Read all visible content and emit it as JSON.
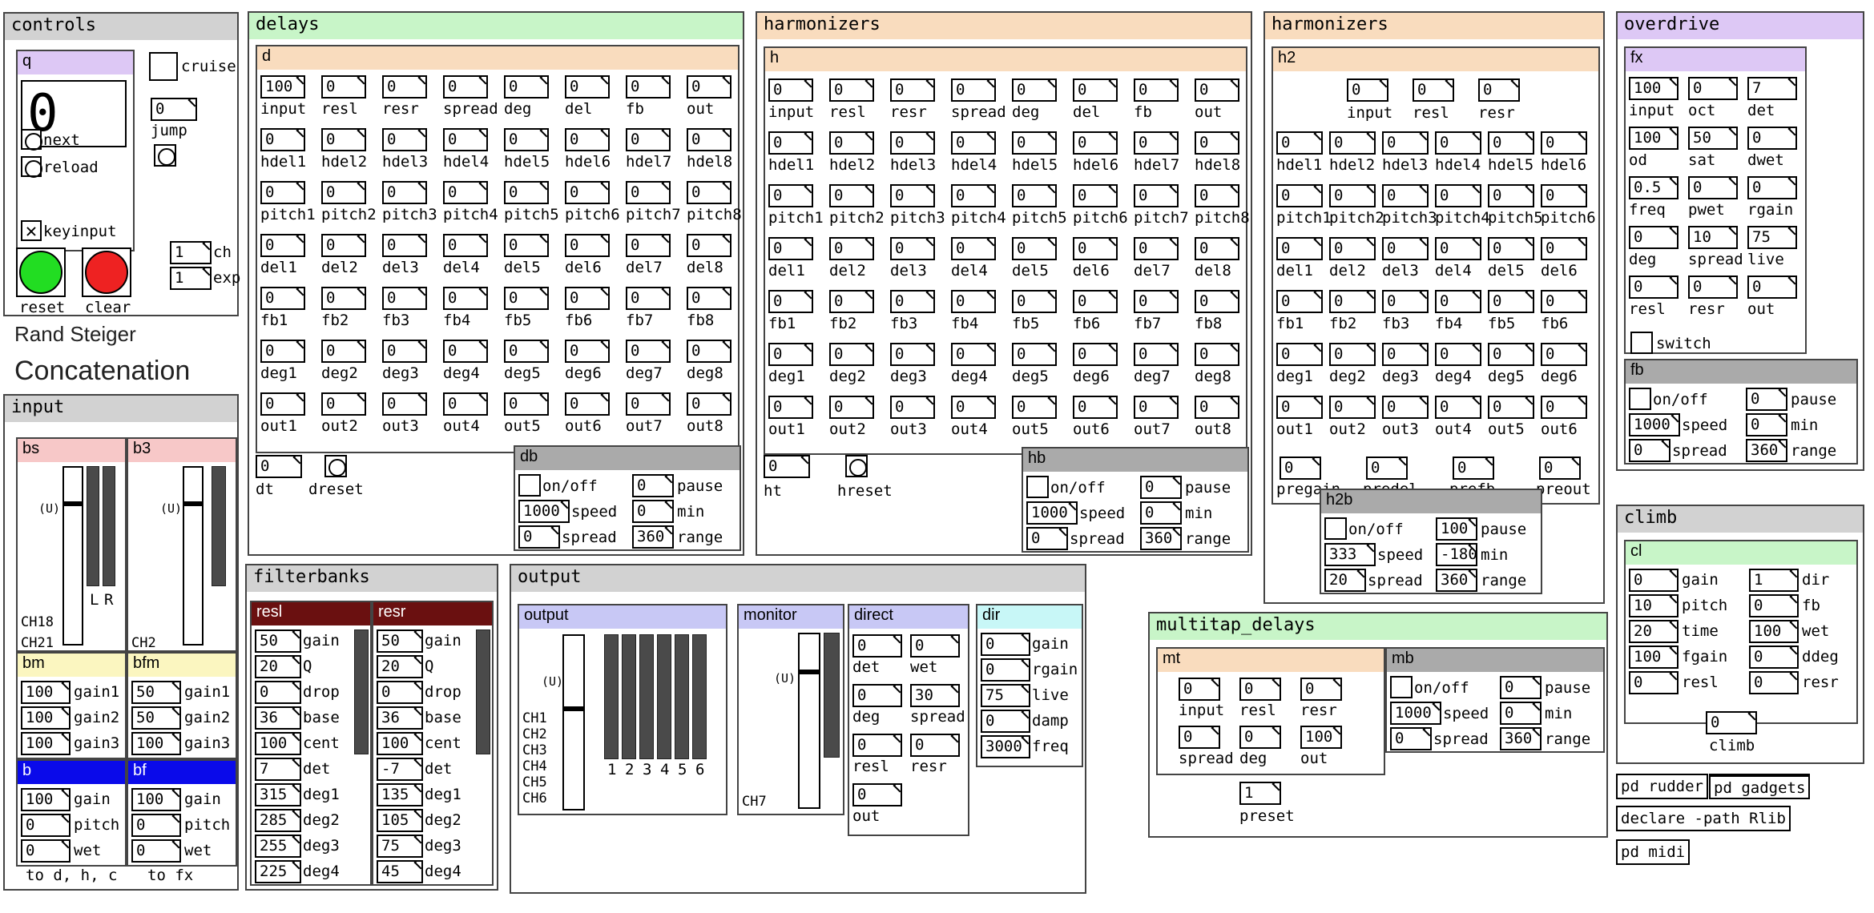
{
  "colors": {
    "green_hdr": "#c8f5c8",
    "orange_hdr": "#f9dcbe",
    "purple_hdr": "#ddc8f5",
    "gray_hdr": "#d2d2d2",
    "dark_gray_hdr": "#aaaaaa",
    "pink_hdr": "#f7c8c8",
    "yellow_hdr": "#fbf6c0",
    "blue_hdr": "#0a0aea",
    "dark_red_hdr": "#6a1010",
    "lavender_hdr": "#c8c8f5",
    "cyan_hdr": "#c8f7f7"
  },
  "controls": {
    "title": "controls",
    "q": "q",
    "big_number": "0",
    "next": "next",
    "reload": "reload",
    "keyinput": "keyinput",
    "cruise": "cruise",
    "jump_value": "0",
    "jump": "jump",
    "reset": "reset",
    "clear": "clear",
    "ch_value": "1",
    "ch": "ch",
    "exp_value": "1",
    "exp": "exp",
    "composer": "Rand Steiger",
    "piece": "Concatenation"
  },
  "input": {
    "title": "input",
    "bs": "bs",
    "b3": "b3",
    "u": "(U)",
    "l": "L",
    "r": "R",
    "ch18": "CH18",
    "ch21": "CH21",
    "ch2": "CH2",
    "bm": {
      "title": "bm",
      "rows": [
        {
          "v": "100",
          "l": "gain1"
        },
        {
          "v": "100",
          "l": "gain2"
        },
        {
          "v": "100",
          "l": "gain3"
        }
      ]
    },
    "bfm": {
      "title": "bfm",
      "rows": [
        {
          "v": "50",
          "l": "gain1"
        },
        {
          "v": "50",
          "l": "gain2"
        },
        {
          "v": "100",
          "l": "gain3"
        }
      ]
    },
    "b": {
      "title": "b",
      "rows": [
        {
          "v": "100",
          "l": "gain"
        },
        {
          "v": "0",
          "l": "pitch"
        },
        {
          "v": "0",
          "l": "wet"
        }
      ]
    },
    "bf": {
      "title": "bf",
      "rows": [
        {
          "v": "100",
          "l": "gain"
        },
        {
          "v": "0",
          "l": "pitch"
        },
        {
          "v": "0",
          "l": "wet"
        }
      ]
    },
    "to_dhc": "to d, h, c",
    "to_fx": "to fx"
  },
  "delays": {
    "title": "delays",
    "sub": "d",
    "grid": [
      [
        {
          "v": "100",
          "l": "input"
        },
        {
          "v": "0",
          "l": "resl"
        },
        {
          "v": "0",
          "l": "resr"
        },
        {
          "v": "0",
          "l": "spread"
        },
        {
          "v": "0",
          "l": "deg"
        },
        {
          "v": "0",
          "l": "del"
        },
        {
          "v": "0",
          "l": "fb"
        },
        {
          "v": "0",
          "l": "out"
        }
      ],
      [
        {
          "v": "0",
          "l": "hdel1"
        },
        {
          "v": "0",
          "l": "hdel2"
        },
        {
          "v": "0",
          "l": "hdel3"
        },
        {
          "v": "0",
          "l": "hdel4"
        },
        {
          "v": "0",
          "l": "hdel5"
        },
        {
          "v": "0",
          "l": "hdel6"
        },
        {
          "v": "0",
          "l": "hdel7"
        },
        {
          "v": "0",
          "l": "hdel8"
        }
      ],
      [
        {
          "v": "0",
          "l": "pitch1"
        },
        {
          "v": "0",
          "l": "pitch2"
        },
        {
          "v": "0",
          "l": "pitch3"
        },
        {
          "v": "0",
          "l": "pitch4"
        },
        {
          "v": "0",
          "l": "pitch5"
        },
        {
          "v": "0",
          "l": "pitch6"
        },
        {
          "v": "0",
          "l": "pitch7"
        },
        {
          "v": "0",
          "l": "pitch8"
        }
      ],
      [
        {
          "v": "0",
          "l": "del1"
        },
        {
          "v": "0",
          "l": "del2"
        },
        {
          "v": "0",
          "l": "del3"
        },
        {
          "v": "0",
          "l": "del4"
        },
        {
          "v": "0",
          "l": "del5"
        },
        {
          "v": "0",
          "l": "del6"
        },
        {
          "v": "0",
          "l": "del7"
        },
        {
          "v": "0",
          "l": "del8"
        }
      ],
      [
        {
          "v": "0",
          "l": "fb1"
        },
        {
          "v": "0",
          "l": "fb2"
        },
        {
          "v": "0",
          "l": "fb3"
        },
        {
          "v": "0",
          "l": "fb4"
        },
        {
          "v": "0",
          "l": "fb5"
        },
        {
          "v": "0",
          "l": "fb6"
        },
        {
          "v": "0",
          "l": "fb7"
        },
        {
          "v": "0",
          "l": "fb8"
        }
      ],
      [
        {
          "v": "0",
          "l": "deg1"
        },
        {
          "v": "0",
          "l": "deg2"
        },
        {
          "v": "0",
          "l": "deg3"
        },
        {
          "v": "0",
          "l": "deg4"
        },
        {
          "v": "0",
          "l": "deg5"
        },
        {
          "v": "0",
          "l": "deg6"
        },
        {
          "v": "0",
          "l": "deg7"
        },
        {
          "v": "0",
          "l": "deg8"
        }
      ],
      [
        {
          "v": "0",
          "l": "out1"
        },
        {
          "v": "0",
          "l": "out2"
        },
        {
          "v": "0",
          "l": "out3"
        },
        {
          "v": "0",
          "l": "out4"
        },
        {
          "v": "0",
          "l": "out5"
        },
        {
          "v": "0",
          "l": "out6"
        },
        {
          "v": "0",
          "l": "out7"
        },
        {
          "v": "0",
          "l": "out8"
        }
      ]
    ],
    "dt_value": "0",
    "dt": "dt",
    "dreset": "dreset",
    "db": {
      "title": "db",
      "onoff": "on/off",
      "pause_v": "0",
      "pause": "pause",
      "speed_v": "1000",
      "speed": "speed",
      "min_v": "0",
      "min": "min",
      "spread_v": "0",
      "spread": "spread",
      "range_v": "360",
      "range": "range"
    }
  },
  "harm1": {
    "title": "harmonizers",
    "sub": "h",
    "grid": [
      [
        {
          "v": "0",
          "l": "input"
        },
        {
          "v": "0",
          "l": "resl"
        },
        {
          "v": "0",
          "l": "resr"
        },
        {
          "v": "0",
          "l": "spread"
        },
        {
          "v": "0",
          "l": "deg"
        },
        {
          "v": "0",
          "l": "del"
        },
        {
          "v": "0",
          "l": "fb"
        },
        {
          "v": "0",
          "l": "out"
        }
      ],
      [
        {
          "v": "0",
          "l": "hdel1"
        },
        {
          "v": "0",
          "l": "hdel2"
        },
        {
          "v": "0",
          "l": "hdel3"
        },
        {
          "v": "0",
          "l": "hdel4"
        },
        {
          "v": "0",
          "l": "hdel5"
        },
        {
          "v": "0",
          "l": "hdel6"
        },
        {
          "v": "0",
          "l": "hdel7"
        },
        {
          "v": "0",
          "l": "hdel8"
        }
      ],
      [
        {
          "v": "0",
          "l": "pitch1"
        },
        {
          "v": "0",
          "l": "pitch2"
        },
        {
          "v": "0",
          "l": "pitch3"
        },
        {
          "v": "0",
          "l": "pitch4"
        },
        {
          "v": "0",
          "l": "pitch5"
        },
        {
          "v": "0",
          "l": "pitch6"
        },
        {
          "v": "0",
          "l": "pitch7"
        },
        {
          "v": "0",
          "l": "pitch8"
        }
      ],
      [
        {
          "v": "0",
          "l": "del1"
        },
        {
          "v": "0",
          "l": "del2"
        },
        {
          "v": "0",
          "l": "del3"
        },
        {
          "v": "0",
          "l": "del4"
        },
        {
          "v": "0",
          "l": "del5"
        },
        {
          "v": "0",
          "l": "del6"
        },
        {
          "v": "0",
          "l": "del7"
        },
        {
          "v": "0",
          "l": "del8"
        }
      ],
      [
        {
          "v": "0",
          "l": "fb1"
        },
        {
          "v": "0",
          "l": "fb2"
        },
        {
          "v": "0",
          "l": "fb3"
        },
        {
          "v": "0",
          "l": "fb4"
        },
        {
          "v": "0",
          "l": "fb5"
        },
        {
          "v": "0",
          "l": "fb6"
        },
        {
          "v": "0",
          "l": "fb7"
        },
        {
          "v": "0",
          "l": "fb8"
        }
      ],
      [
        {
          "v": "0",
          "l": "deg1"
        },
        {
          "v": "0",
          "l": "deg2"
        },
        {
          "v": "0",
          "l": "deg3"
        },
        {
          "v": "0",
          "l": "deg4"
        },
        {
          "v": "0",
          "l": "deg5"
        },
        {
          "v": "0",
          "l": "deg6"
        },
        {
          "v": "0",
          "l": "deg7"
        },
        {
          "v": "0",
          "l": "deg8"
        }
      ],
      [
        {
          "v": "0",
          "l": "out1"
        },
        {
          "v": "0",
          "l": "out2"
        },
        {
          "v": "0",
          "l": "out3"
        },
        {
          "v": "0",
          "l": "out4"
        },
        {
          "v": "0",
          "l": "out5"
        },
        {
          "v": "0",
          "l": "out6"
        },
        {
          "v": "0",
          "l": "out7"
        },
        {
          "v": "0",
          "l": "out8"
        }
      ]
    ],
    "ht_value": "0",
    "ht": "ht",
    "hreset": "hreset",
    "hb": {
      "title": "hb",
      "onoff": "on/off",
      "pause_v": "0",
      "pause": "pause",
      "speed_v": "1000",
      "speed": "speed",
      "min_v": "0",
      "min": "min",
      "spread_v": "0",
      "spread": "spread",
      "range_v": "360",
      "range": "range"
    }
  },
  "harm2": {
    "title": "harmonizers",
    "sub": "h2",
    "top": [
      {
        "v": "0",
        "l": "input"
      },
      {
        "v": "0",
        "l": "resl"
      },
      {
        "v": "0",
        "l": "resr"
      }
    ],
    "grid": [
      [
        {
          "v": "0",
          "l": "hdel1"
        },
        {
          "v": "0",
          "l": "hdel2"
        },
        {
          "v": "0",
          "l": "hdel3"
        },
        {
          "v": "0",
          "l": "hdel4"
        },
        {
          "v": "0",
          "l": "hdel5"
        },
        {
          "v": "0",
          "l": "hdel6"
        }
      ],
      [
        {
          "v": "0",
          "l": "pitch1"
        },
        {
          "v": "0",
          "l": "pitch2"
        },
        {
          "v": "0",
          "l": "pitch3"
        },
        {
          "v": "0",
          "l": "pitch4"
        },
        {
          "v": "0",
          "l": "pitch5"
        },
        {
          "v": "0",
          "l": "pitch6"
        }
      ],
      [
        {
          "v": "0",
          "l": "del1"
        },
        {
          "v": "0",
          "l": "del2"
        },
        {
          "v": "0",
          "l": "del3"
        },
        {
          "v": "0",
          "l": "del4"
        },
        {
          "v": "0",
          "l": "del5"
        },
        {
          "v": "0",
          "l": "del6"
        }
      ],
      [
        {
          "v": "0",
          "l": "fb1"
        },
        {
          "v": "0",
          "l": "fb2"
        },
        {
          "v": "0",
          "l": "fb3"
        },
        {
          "v": "0",
          "l": "fb4"
        },
        {
          "v": "0",
          "l": "fb5"
        },
        {
          "v": "0",
          "l": "fb6"
        }
      ],
      [
        {
          "v": "0",
          "l": "deg1"
        },
        {
          "v": "0",
          "l": "deg2"
        },
        {
          "v": "0",
          "l": "deg3"
        },
        {
          "v": "0",
          "l": "deg4"
        },
        {
          "v": "0",
          "l": "deg5"
        },
        {
          "v": "0",
          "l": "deg6"
        }
      ],
      [
        {
          "v": "0",
          "l": "out1"
        },
        {
          "v": "0",
          "l": "out2"
        },
        {
          "v": "0",
          "l": "out3"
        },
        {
          "v": "0",
          "l": "out4"
        },
        {
          "v": "0",
          "l": "out5"
        },
        {
          "v": "0",
          "l": "out6"
        }
      ]
    ],
    "bottom": [
      {
        "v": "0",
        "l": "pregain"
      },
      {
        "v": "0",
        "l": "predel"
      },
      {
        "v": "0",
        "l": "prefb"
      },
      {
        "v": "0",
        "l": "preout"
      }
    ],
    "h2b": {
      "title": "h2b",
      "onoff": "on/off",
      "pause_v": "100",
      "pause": "pause",
      "speed_v": "333",
      "speed": "speed",
      "min_v": "-180",
      "min": "min",
      "spread_v": "20",
      "spread": "spread",
      "range_v": "360",
      "range": "range"
    }
  },
  "overdrive": {
    "title": "overdrive",
    "sub": "fx",
    "grid": [
      [
        {
          "v": "100",
          "l": "input"
        },
        {
          "v": "0",
          "l": "oct"
        },
        {
          "v": "7",
          "l": "det"
        }
      ],
      [
        {
          "v": "100",
          "l": "od"
        },
        {
          "v": "50",
          "l": "sat"
        },
        {
          "v": "0",
          "l": "dwet"
        }
      ],
      [
        {
          "v": "0.5",
          "l": "freq"
        },
        {
          "v": "0",
          "l": "pwet"
        },
        {
          "v": "0",
          "l": "rgain"
        }
      ],
      [
        {
          "v": "0",
          "l": "deg"
        },
        {
          "v": "10",
          "l": "spread"
        },
        {
          "v": "75",
          "l": "live"
        }
      ],
      [
        {
          "v": "0",
          "l": "resl"
        },
        {
          "v": "0",
          "l": "resr"
        },
        {
          "v": "0",
          "l": "out"
        }
      ]
    ],
    "switch": "switch",
    "fb": {
      "title": "fb",
      "onoff": "on/off",
      "pause_v": "0",
      "pause": "pause",
      "speed_v": "1000",
      "speed": "speed",
      "min_v": "0",
      "min": "min",
      "spread_v": "0",
      "spread": "spread",
      "range_v": "360",
      "range": "range"
    }
  },
  "climb": {
    "title": "climb",
    "sub": "cl",
    "rows": [
      [
        {
          "v": "0",
          "l": "gain"
        },
        {
          "v": "1",
          "l": "dir"
        }
      ],
      [
        {
          "v": "10",
          "l": "pitch"
        },
        {
          "v": "0",
          "l": "fb"
        }
      ],
      [
        {
          "v": "20",
          "l": "time"
        },
        {
          "v": "100",
          "l": "wet"
        }
      ],
      [
        {
          "v": "100",
          "l": "fgain"
        },
        {
          "v": "0",
          "l": "ddeg"
        }
      ],
      [
        {
          "v": "0",
          "l": "resl"
        },
        {
          "v": "0",
          "l": "resr"
        }
      ]
    ],
    "climb_v": "0",
    "climb": "climb"
  },
  "buttons": {
    "rudder": "pd rudder",
    "gadgets": "pd gadgets",
    "declare": "declare -path Rlib",
    "midi": "pd midi"
  },
  "filterbanks": {
    "title": "filterbanks",
    "resl": {
      "title": "resl",
      "rows": [
        {
          "v": "50",
          "l": "gain"
        },
        {
          "v": "20",
          "l": "Q"
        },
        {
          "v": "0",
          "l": "drop"
        },
        {
          "v": "36",
          "l": "base"
        },
        {
          "v": "100",
          "l": "cent"
        },
        {
          "v": "7",
          "l": "det"
        },
        {
          "v": "315",
          "l": "deg1"
        },
        {
          "v": "285",
          "l": "deg2"
        },
        {
          "v": "255",
          "l": "deg3"
        },
        {
          "v": "225",
          "l": "deg4"
        }
      ]
    },
    "resr": {
      "title": "resr",
      "rows": [
        {
          "v": "50",
          "l": "gain"
        },
        {
          "v": "20",
          "l": "Q"
        },
        {
          "v": "0",
          "l": "drop"
        },
        {
          "v": "36",
          "l": "base"
        },
        {
          "v": "100",
          "l": "cent"
        },
        {
          "v": "-7",
          "l": "det"
        },
        {
          "v": "135",
          "l": "deg1"
        },
        {
          "v": "105",
          "l": "deg2"
        },
        {
          "v": "75",
          "l": "deg3"
        },
        {
          "v": "45",
          "l": "deg4"
        }
      ]
    }
  },
  "output": {
    "title": "output",
    "out": "output",
    "u": "(U)",
    "chs": [
      "CH1",
      "CH2",
      "CH3",
      "CH4",
      "CH5",
      "CH6"
    ],
    "meter_nums": [
      "1",
      "2",
      "3",
      "4",
      "5",
      "6"
    ],
    "monitor": "monitor",
    "ch7": "CH7",
    "direct": {
      "title": "direct",
      "rows": [
        [
          {
            "v": "0",
            "l": "det"
          },
          {
            "v": "0",
            "l": "wet"
          }
        ],
        [
          {
            "v": "0",
            "l": "deg"
          },
          {
            "v": "30",
            "l": "spread"
          }
        ],
        [
          {
            "v": "0",
            "l": "resl"
          },
          {
            "v": "0",
            "l": "resr"
          }
        ],
        [
          {
            "v": "0",
            "l": "out"
          }
        ]
      ]
    },
    "dir": {
      "title": "dir",
      "rows": [
        {
          "v": "0",
          "l": "gain"
        },
        {
          "v": "0",
          "l": "rgain"
        },
        {
          "v": "75",
          "l": "live"
        },
        {
          "v": "0",
          "l": "damp"
        },
        {
          "v": "3000",
          "l": "freq"
        }
      ]
    }
  },
  "multitap": {
    "title": "multitap_delays",
    "mt": "mt",
    "row1": [
      {
        "v": "0",
        "l": "input"
      },
      {
        "v": "0",
        "l": "resl"
      },
      {
        "v": "0",
        "l": "resr"
      }
    ],
    "row2": [
      {
        "v": "0",
        "l": "spread"
      },
      {
        "v": "0",
        "l": "deg"
      },
      {
        "v": "100",
        "l": "out"
      }
    ],
    "preset_v": "1",
    "preset": "preset",
    "mb": {
      "title": "mb",
      "onoff": "on/off",
      "pause_v": "0",
      "pause": "pause",
      "speed_v": "1000",
      "speed": "speed",
      "min_v": "0",
      "min": "min",
      "spread_v": "0",
      "spread": "spread",
      "range_v": "360",
      "range": "range"
    }
  }
}
